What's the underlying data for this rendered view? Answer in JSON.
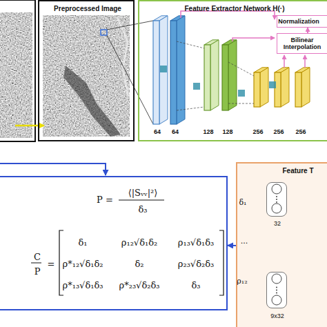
{
  "diagram": {
    "nodes": [
      {
        "text": [
          "Preprocessed Image"
        ]
      },
      {
        "text": [
          "Feature Extractor Network H(·)"
        ]
      },
      {
        "text": [
          "Normalization"
        ],
        "in": 1
      },
      {
        "text": [
          "Bilinear Interpolation"
        ],
        "in": 1
      },
      {
        "text": [
          "P =",
          "⟨|Sᵥᵥ|²⟩",
          "δ₃",
          "C",
          "P",
          "=",
          "δ₁",
          "ρ₁₂√δ₁δ₂",
          "ρ₁₃√δ₁δ₃",
          "ρ*₁₂√δ₁δ₂",
          "δ₂",
          "ρ₂₃√δ₂δ₃",
          "ρ*₁₃√δ₁δ₃",
          "ρ*₂₃√δ₂δ₃",
          "δ₃"
        ]
      },
      {
        "text": [
          "Feature T"
        ]
      },
      {
        "text": [
          "32"
        ],
        "in": 5
      },
      {
        "text": [
          "9x32"
        ],
        "in": 5
      }
    ],
    "edges": [
      {
        "from": 3,
        "to": 2,
        "arrow": "to"
      },
      {
        "from": 5,
        "to": 4,
        "arrow": "to"
      }
    ],
    "labels": [
      "64",
      "64",
      "128",
      "128",
      "256",
      "256",
      "256",
      "δ₁",
      "...",
      "ρ₁₂"
    ]
  }
}
